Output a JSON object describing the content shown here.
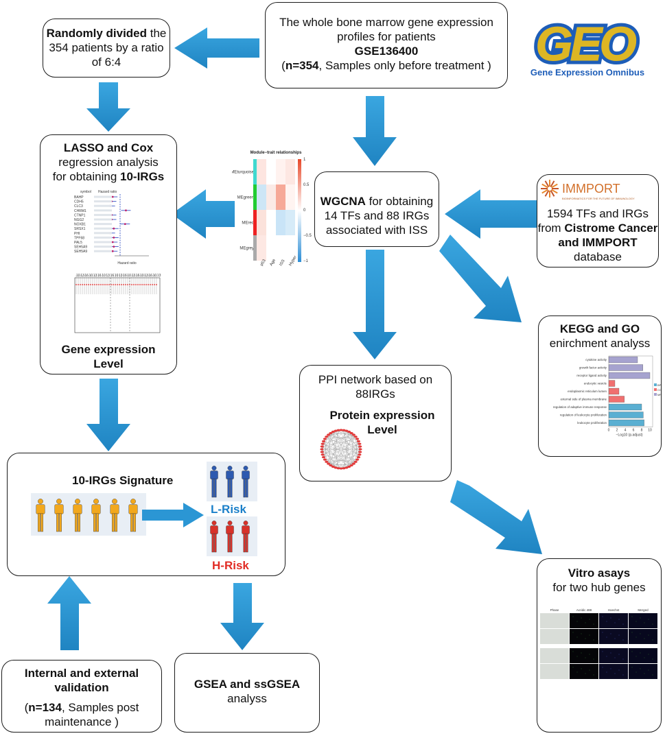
{
  "top_box": {
    "line1": "The whole bone marrow gene expression",
    "line2": "profiles for patients",
    "gse": "GSE136400",
    "n_bold": "n=354",
    "n_rest": ", Samples only before treatment )",
    "open_paren": "("
  },
  "geo_logo": {
    "letters": "GEO",
    "tagline": "Gene Expression Omnibus"
  },
  "random_box": {
    "bold": "Randomly divided",
    "rest1": " the",
    "line2": "354  patients by a ratio",
    "line3": "of 6:4"
  },
  "lasso_box": {
    "title": "LASSO and Cox",
    "line2": "regression analysis",
    "line3_plain": "for obtaining ",
    "line3_bold": "10-IRGs",
    "footer1": "Gene expression",
    "footer2": "Level",
    "forest_header1": "symbol",
    "forest_header2": "Hazard ratio",
    "forest_xlabel": "Hazard ratio",
    "forest_genes": [
      "BAHP",
      "CDH5",
      "CLC3",
      "CHRM1",
      "CTNP1",
      "NGG2",
      "NOXB1",
      "SRSX1",
      "PHI",
      "TPF68",
      "PAL5",
      "SEH5A9",
      "SEH5A9"
    ]
  },
  "wgcna_plot": {
    "title": "Module−trait relationships",
    "modules": [
      "MEturquoise",
      "MEgreen",
      "MEred",
      "MEgrey"
    ],
    "traits": [
      "p53",
      "Age",
      "ISS",
      "Hyper"
    ],
    "colors": [
      "#40d9d0",
      "#22cc33",
      "#ee2222",
      "#aaaaaa"
    ],
    "scale_labels": [
      "1",
      "0.5",
      "0",
      "−0.5",
      "−1"
    ]
  },
  "wgcna_box": {
    "bold": "WGCNA",
    "rest1": " for obtaining",
    "line2": "14 TFs and 88 IRGs",
    "line3": "associated with ISS"
  },
  "immport_box": {
    "logo_text": "IMMPORT",
    "logo_sub": "BIOINFORMATICS FOR THE FUTURE OF IMMUNOLOGY",
    "line1": "1594 TFs and IRGs",
    "line2_plain": "from ",
    "line2_bold": "Cistrome Cancer",
    "line3_bold": "and IMMPORT",
    "line4": "database"
  },
  "kegg_box": {
    "title": "KEGG and GO",
    "subtitle": "enirchment analyss",
    "bars": [
      {
        "label": "cytokine activity",
        "value": 7.0,
        "cat": "MF"
      },
      {
        "label": "growth factor activity",
        "value": 8.3,
        "cat": "MF"
      },
      {
        "label": "receptor ligand activity",
        "value": 10.0,
        "cat": "MF"
      },
      {
        "label": "endocytic vesicle",
        "value": 1.5,
        "cat": "CC"
      },
      {
        "label": "endoplasmic reticulum lumen",
        "value": 2.5,
        "cat": "CC"
      },
      {
        "label": "external side of plasma membrane",
        "value": 3.8,
        "cat": "CC"
      },
      {
        "label": "regulation of adaptive immune response",
        "value": 8.0,
        "cat": "BP"
      },
      {
        "label": "regulation of leukocyte proliferation",
        "value": 8.4,
        "cat": "BP"
      },
      {
        "label": "leukocyte proliferation",
        "value": 8.6,
        "cat": "BP"
      }
    ],
    "ticks": [
      "0",
      "2",
      "4",
      "6",
      "8",
      "10"
    ],
    "xlabel": "−Log10 (p.adjust)",
    "legend": [
      {
        "name": "BP",
        "color": "#5aafd2"
      },
      {
        "name": "CC",
        "color": "#f07070"
      },
      {
        "name": "MF",
        "color": "#a6a3cf"
      }
    ]
  },
  "ppi_box": {
    "line1": "PPI network based on",
    "line2": "88IRGs",
    "bold1": "Protein expression",
    "bold2": "Level"
  },
  "sig_box": {
    "title": "10-IRGs Signature",
    "low": "L-Risk",
    "high": "H-Risk"
  },
  "vitro_box": {
    "title": "Vitro asays",
    "subtitle": "for two hub genes",
    "headers": [
      "Phase",
      "Acridic 488",
      "Hoechst",
      "Merged"
    ]
  },
  "valid_box": {
    "line1": "Internal and external",
    "line2": "validation",
    "n_open": "(",
    "n_bold": "n=134",
    "n_rest": ", Samples post",
    "line4": "maintenance )"
  },
  "gsea_box": {
    "bold": "GSEA and ssGSEA",
    "line2": "analyss"
  },
  "colors": {
    "arrow": "#2b96d4",
    "orange_person": "#f2a81d",
    "blue_person": "#2d5ab0",
    "red_person": "#d8322a",
    "lrisk": "#1a7fc9",
    "hrisk": "#e12b24"
  }
}
